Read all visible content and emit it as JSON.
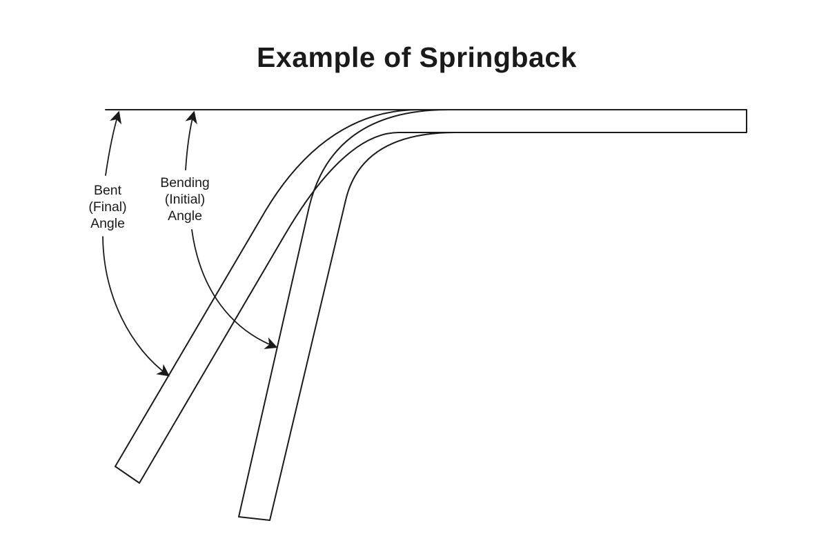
{
  "title": "Example of Springback",
  "labels": {
    "final": [
      "Bent",
      "(Final)",
      "Angle"
    ],
    "initial": [
      "Bending",
      "(Initial)",
      "Angle"
    ]
  },
  "colors": {
    "ink": "#1a1a1a",
    "background": "#ffffff"
  },
  "diagram": {
    "type": "engineering-sketch",
    "subject": "sheet-metal springback after bending",
    "parts": [
      "horizontal reference line (original flat sheet plane)",
      "bent strip at initial bending angle (~77 deg from horizontal)",
      "bent strip at final angle after springback (~60 deg from horizontal)",
      "double-headed curved arrow marking Bent (Final) Angle",
      "double-headed curved arrow marking Bending (Initial) Angle"
    ]
  }
}
